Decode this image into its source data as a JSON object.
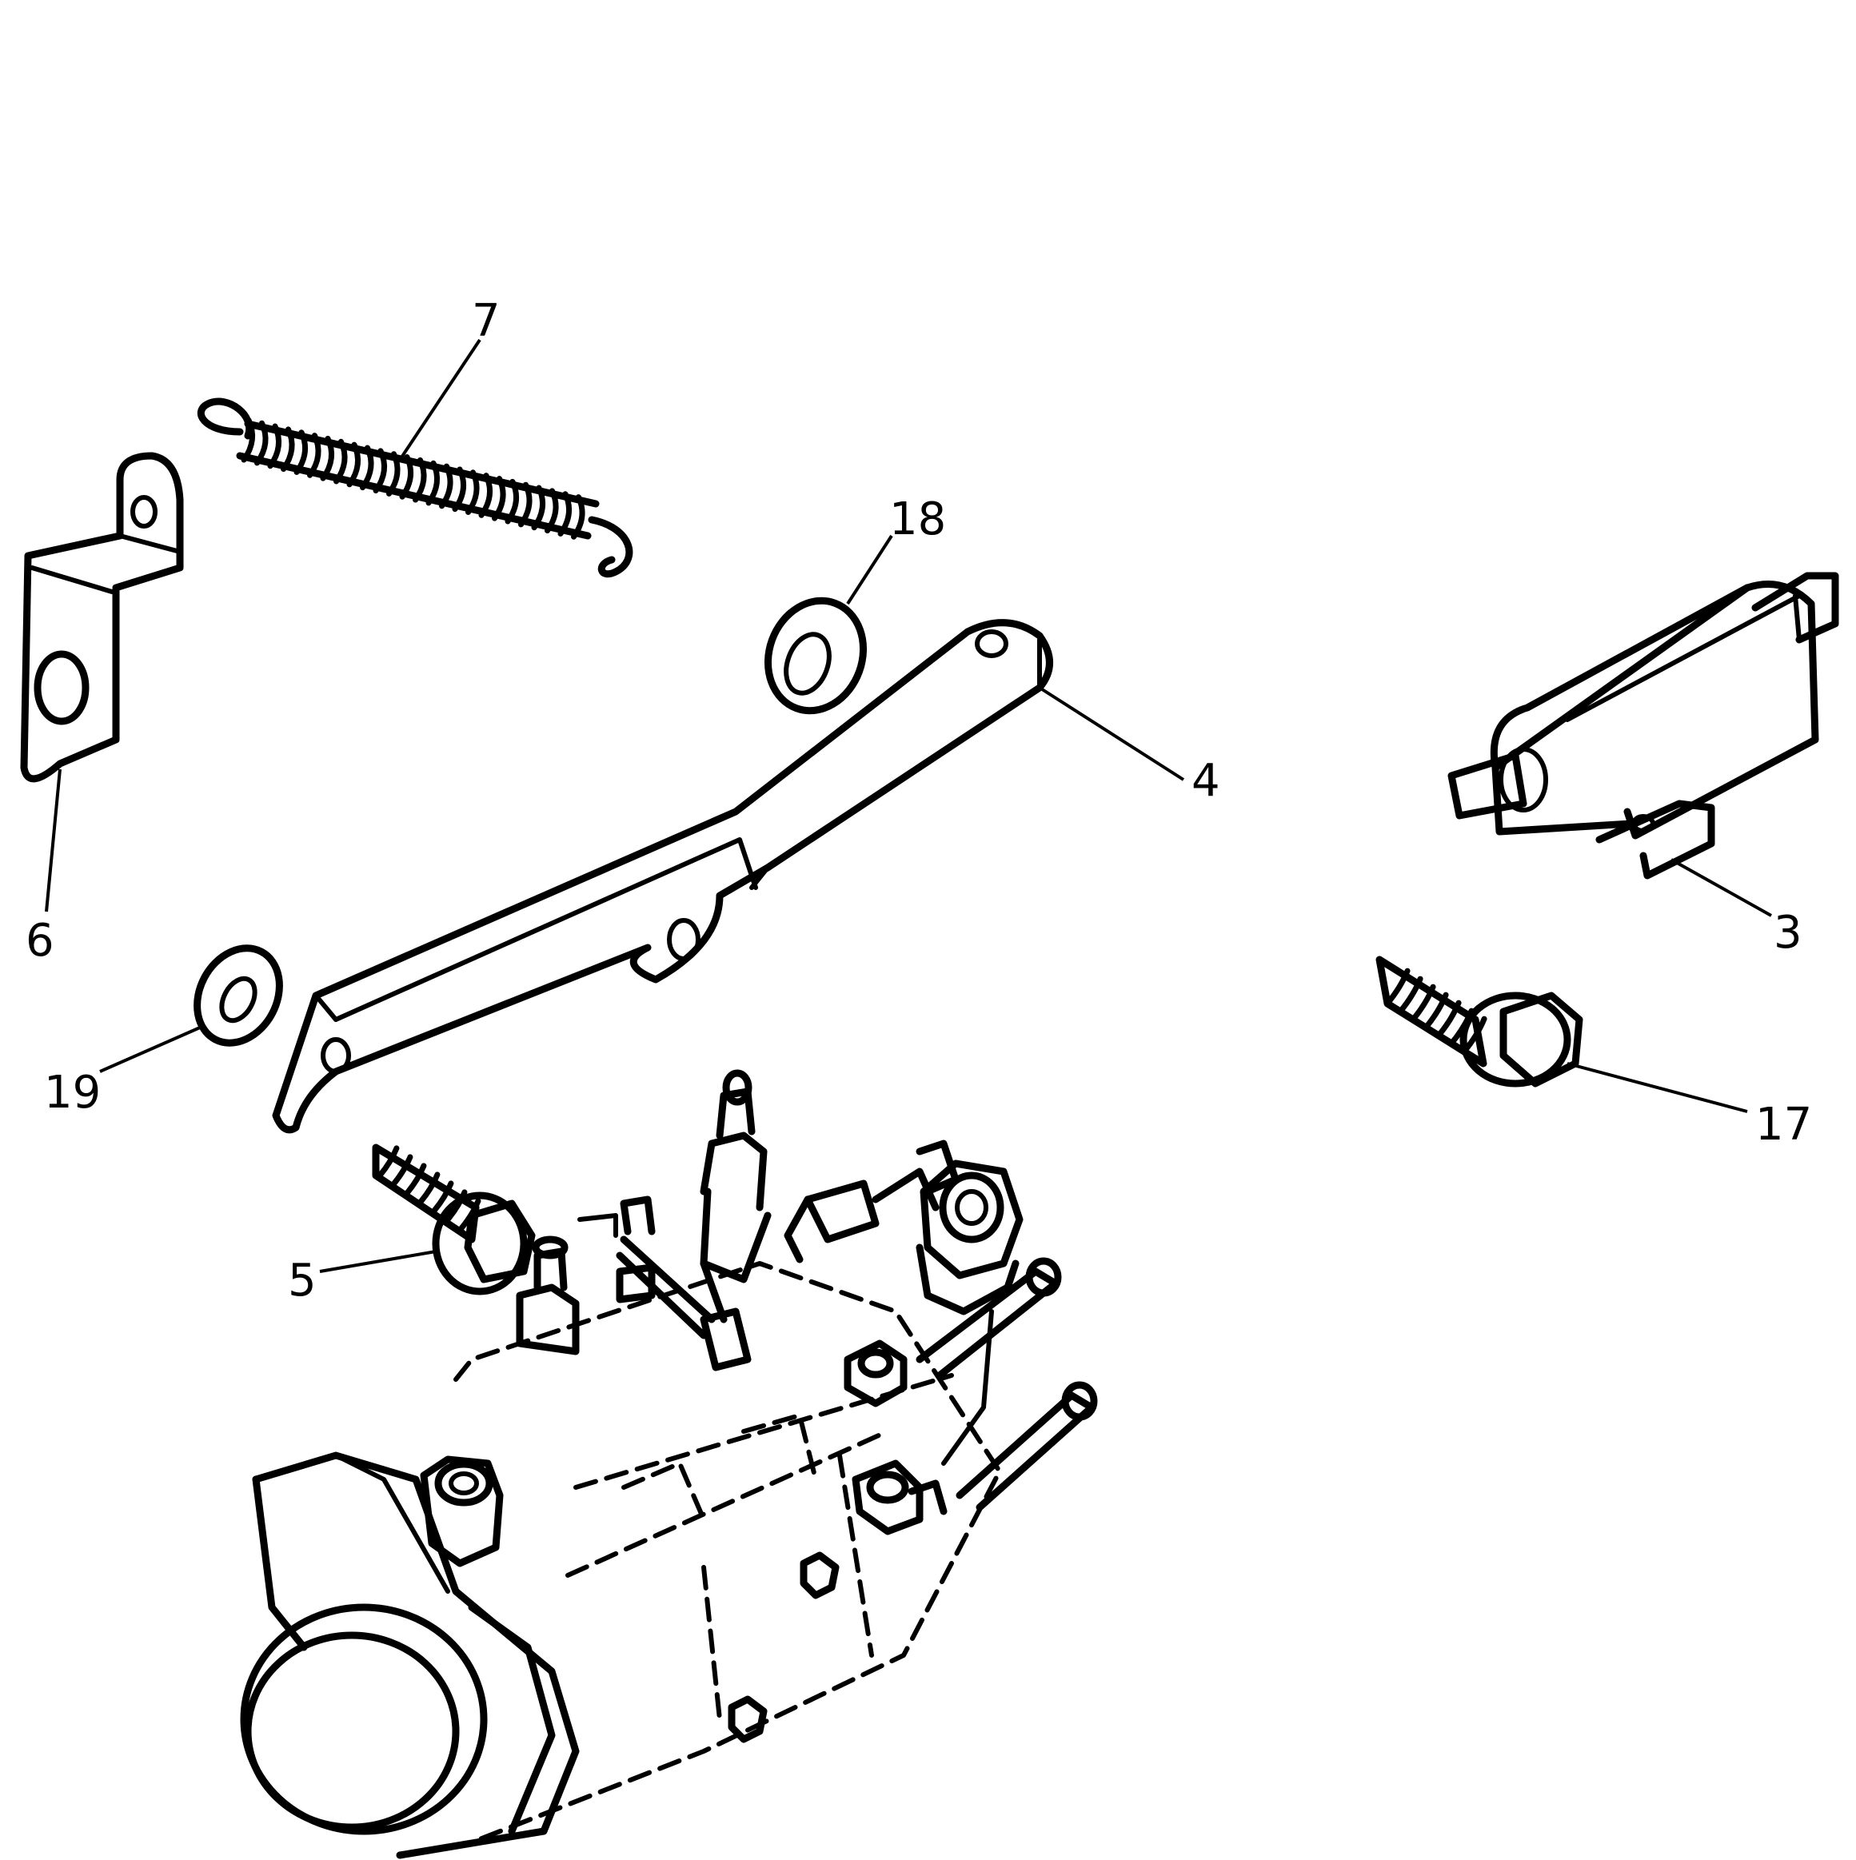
{
  "diagram": {
    "callouts": [
      "7",
      "18",
      "6",
      "4",
      "3",
      "19",
      "17",
      "5"
    ],
    "ink_color": "#000000",
    "background_color": "#ffffff"
  }
}
